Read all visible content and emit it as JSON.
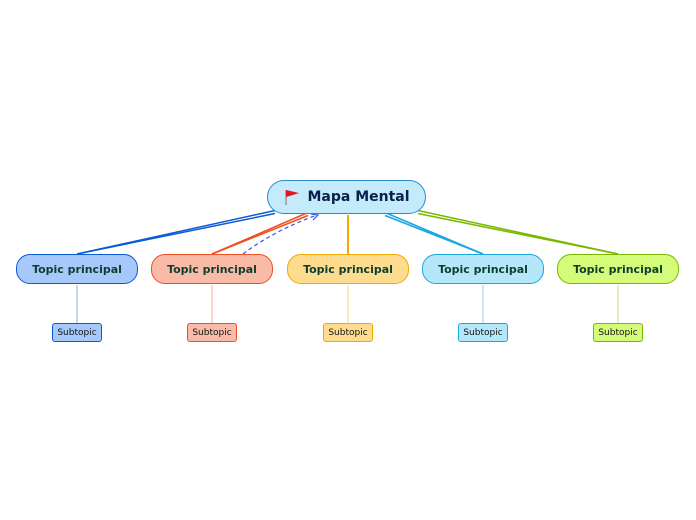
{
  "central": {
    "label": "Mapa Mental",
    "icon": "flag-icon"
  },
  "topics": [
    {
      "label": "Topic principal",
      "sub": "Subtopic",
      "border": "#0a5bd6",
      "fill": "#a6c8fb",
      "subfill": "#a6c8fb"
    },
    {
      "label": "Topic principal",
      "sub": "Subtopic",
      "border": "#f04e23",
      "fill": "#f9bba8",
      "subfill": "#f9bba8"
    },
    {
      "label": "Topic principal",
      "sub": "Subtopic",
      "border": "#f5a800",
      "fill": "#fddc8f",
      "subfill": "#fddc8f"
    },
    {
      "label": "Topic principal",
      "sub": "Subtopic",
      "border": "#1ba6e0",
      "fill": "#b5e7fb",
      "subfill": "#b5e7fb"
    },
    {
      "label": "Topic principal",
      "sub": "Subtopic",
      "border": "#7ab800",
      "fill": "#d4fb7a",
      "subfill": "#d4fb7a"
    }
  ]
}
